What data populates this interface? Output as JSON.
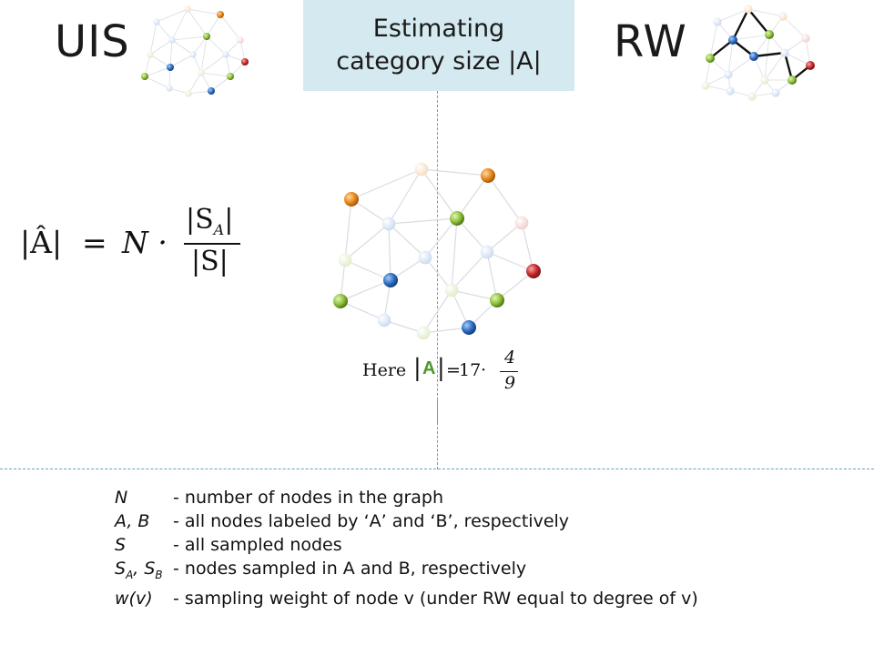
{
  "header": {
    "left_label": "UIS",
    "right_label": "RW",
    "title_line1": "Estimating",
    "title_line2": "category size |A|"
  },
  "formula": {
    "lhs": "|Â|",
    "equals": "=",
    "n": "N ·",
    "numerator": "|S",
    "numerator_sub": "A",
    "numerator_close": "|",
    "denominator": "|S|"
  },
  "example": {
    "here": "Here",
    "bar_left": "|",
    "a_letter": "A",
    "bar_right": "|",
    "equals": "=",
    "count": "17",
    "dot": "·",
    "frac_num": "4",
    "frac_den": "9"
  },
  "colors": {
    "orange": "#e8891d",
    "green": "#8fc13a",
    "blue": "#2e6fc4",
    "red": "#c8292a",
    "pale_blue": "#d6e4f5",
    "pale_green": "#e7f1d6",
    "pale_orange": "#fbe3cc",
    "pale_red": "#f7d6d6",
    "edge": "#d8dce2",
    "a_green": "#4a9a2a"
  },
  "legend": [
    {
      "term": "N",
      "desc": "- number of nodes in the graph"
    },
    {
      "term": "A, B",
      "desc": "- all nodes labeled by ‘A’ and ‘B’, respectively"
    },
    {
      "term": "S",
      "desc": "- all sampled nodes"
    },
    {
      "term": "SA, SB",
      "term_html_parts": [
        "S",
        "A",
        ", S",
        "B"
      ],
      "desc": "- nodes sampled in A and B, respectively"
    },
    {
      "term": "w(v)",
      "desc": "- sampling weight of node v (under RW equal to degree of v)"
    }
  ],
  "icons": {
    "uis_graph": "small-graph-icon",
    "rw_graph": "random-walk-graph-icon"
  }
}
